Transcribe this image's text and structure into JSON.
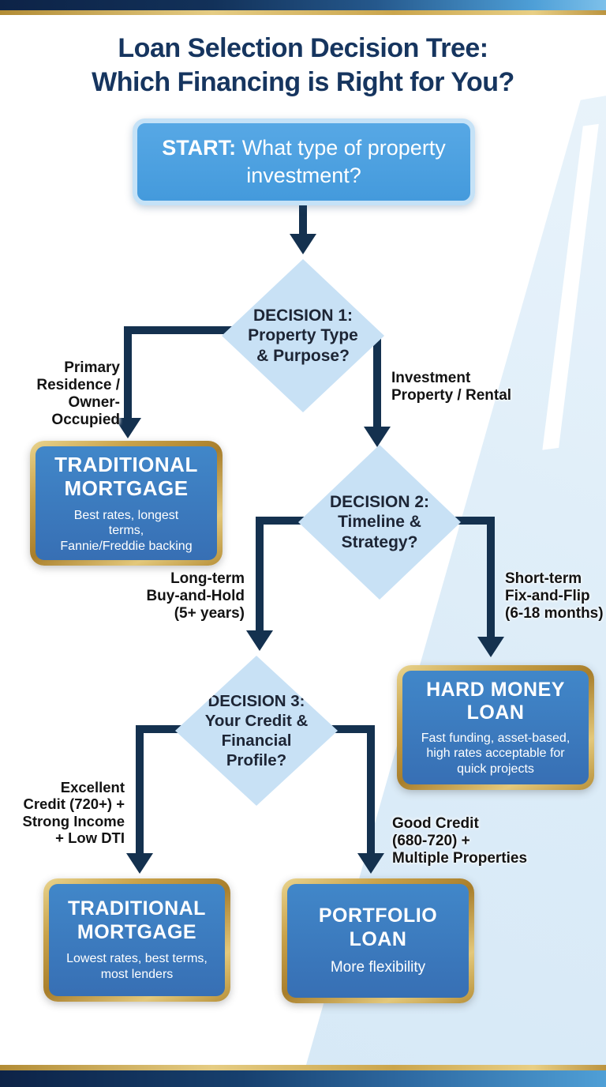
{
  "page": {
    "title": "Loan Selection Decision Tree:\nWhich Financing is Right for You?"
  },
  "colors": {
    "navy_line": "#14314F",
    "title_navy": "#16355F",
    "start_blue": "#4C9FE0",
    "start_border": "#C5E2F7",
    "diamond_blue": "#C8E1F5",
    "outcome_blue": "#3B7EC1",
    "gold_border": "#C19A3F",
    "bar_gold": "#E5CC83"
  },
  "flowchart": {
    "start": {
      "prefix": "START:",
      "question": " What type of property investment?"
    },
    "decision1": {
      "label": "DECISION 1:\nProperty Type\n& Purpose?"
    },
    "decision2": {
      "label": "DECISION 2:\nTimeline &\nStrategy?"
    },
    "decision3": {
      "label": "DECISION 3:\nYour Credit &\nFinancial\nProfile?"
    },
    "branches": {
      "d1_left": "Primary\nResidence /\nOwner-Occupied",
      "d1_right": "Investment\nProperty / Rental",
      "d2_left": "Long-term\nBuy-and-Hold\n(5+ years)",
      "d2_right": "Short-term\nFix-and-Flip\n(6-18 months)",
      "d3_left": "Excellent\nCredit (720+) +\nStrong Income\n+ Low DTI",
      "d3_right": "Good Credit\n(680-720) +\nMultiple Properties"
    },
    "outcomes": {
      "traditional_mortgage_1": {
        "title": "TRADITIONAL\nMORTGAGE",
        "description": "Best rates, longest\nterms,\nFannie/Freddie backing"
      },
      "hard_money_loan": {
        "title": "HARD MONEY\nLOAN",
        "description": "Fast funding, asset-based,\nhigh rates acceptable for\nquick projects"
      },
      "traditional_mortgage_2": {
        "title": "TRADITIONAL\nMORTGAGE",
        "description": "Lowest rates, best terms,\nmost lenders"
      },
      "portfolio_loan": {
        "title": "PORTFOLIO\nLOAN",
        "description": "More flexibility"
      }
    }
  }
}
